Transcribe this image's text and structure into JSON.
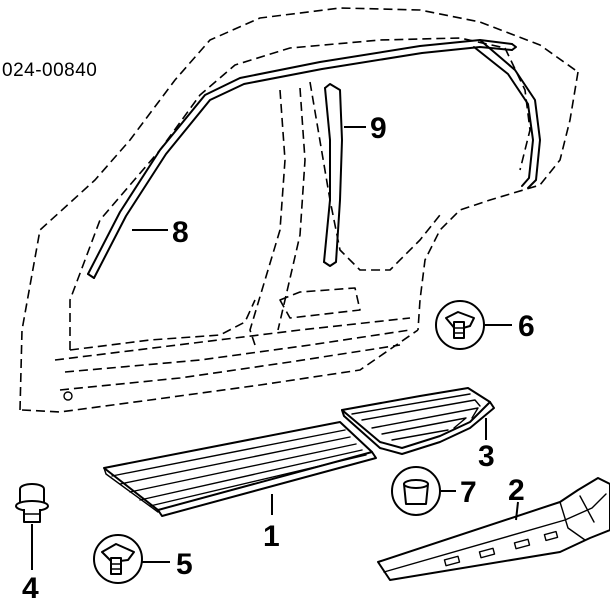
{
  "diagram": {
    "reference_code": "024-00840",
    "callouts": [
      {
        "id": "1",
        "label": "1"
      },
      {
        "id": "2",
        "label": "2"
      },
      {
        "id": "3",
        "label": "3"
      },
      {
        "id": "4",
        "label": "4"
      },
      {
        "id": "5",
        "label": "5"
      },
      {
        "id": "6",
        "label": "6"
      },
      {
        "id": "7",
        "label": "7"
      },
      {
        "id": "8",
        "label": "8"
      },
      {
        "id": "9",
        "label": "9"
      }
    ]
  }
}
